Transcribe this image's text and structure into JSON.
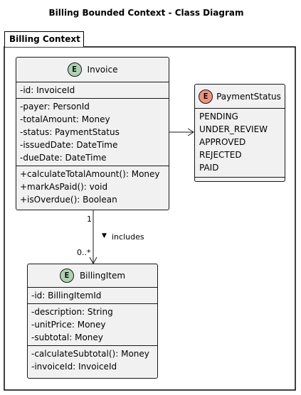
{
  "diagram": {
    "title": "Billing Bounded Context - Class Diagram",
    "package": "Billing Context",
    "classes": {
      "invoice": {
        "stereotype": "E",
        "name": "Invoice",
        "ids": [
          "-id: InvoiceId"
        ],
        "fields": [
          "-payer: PersonId",
          "-totalAmount: Money",
          "-status: PaymentStatus",
          "-issuedDate: DateTime",
          "-dueDate: DateTime"
        ],
        "methods": [
          "+calculateTotalAmount(): Money",
          "+markAsPaid(): void",
          "+isOverdue(): Boolean"
        ]
      },
      "payment_status": {
        "stereotype": "E",
        "name": "PaymentStatus",
        "values": [
          "PENDING",
          "UNDER_REVIEW",
          "APPROVED",
          "REJECTED",
          "PAID"
        ]
      },
      "billing_item": {
        "stereotype": "E",
        "name": "BillingItem",
        "ids": [
          "-id: BillingItemId"
        ],
        "fields": [
          "-description: String",
          "-unitPrice: Money",
          "-subtotal: Money"
        ],
        "methods": [
          "-calculateSubtotal(): Money",
          "-invoiceId: InvoiceId"
        ]
      }
    },
    "relations": {
      "includes": {
        "label": "includes",
        "direction_glyph": "▼",
        "source_multiplicity": "1",
        "target_multiplicity": "0..*"
      }
    },
    "colors": {
      "entity_badge": "#add1b2",
      "enum_badge": "#eb937f",
      "box_fill": "#f1f1f1",
      "line": "#181818"
    }
  }
}
